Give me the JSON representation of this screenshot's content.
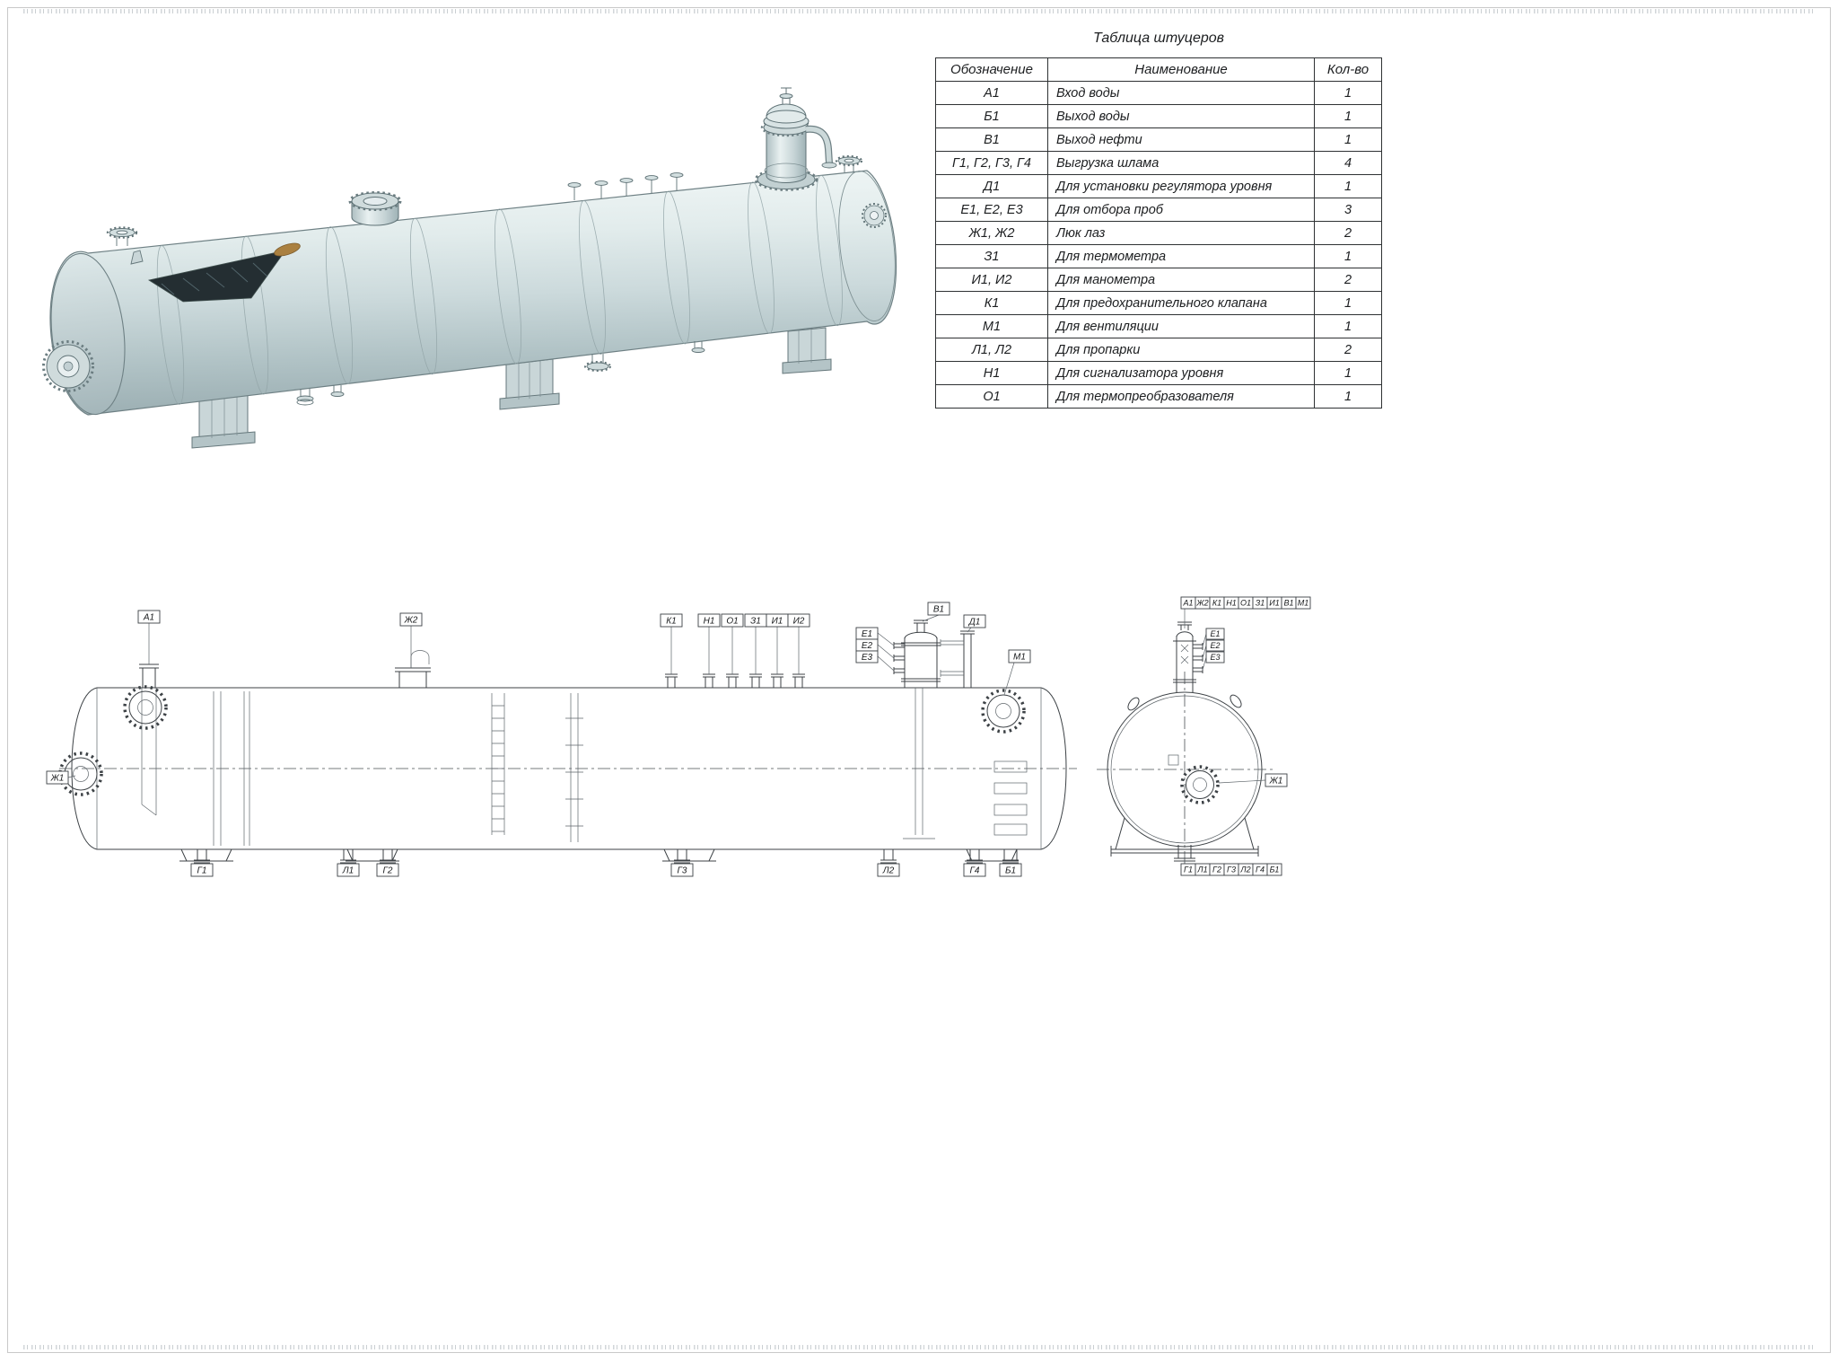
{
  "nozzle_table": {
    "title": "Таблица штуцеров",
    "headers": {
      "code": "Обозначение",
      "name": "Наименование",
      "qty": "Кол-во"
    },
    "rows": [
      {
        "code": "А1",
        "name": "Вход воды",
        "qty": "1"
      },
      {
        "code": "Б1",
        "name": "Выход воды",
        "qty": "1"
      },
      {
        "code": "В1",
        "name": "Выход нефти",
        "qty": "1"
      },
      {
        "code": "Г1, Г2, Г3, Г4",
        "name": "Выгрузка шлама",
        "qty": "4"
      },
      {
        "code": "Д1",
        "name": "Для  установки регулятора уровня",
        "qty": "1"
      },
      {
        "code": "Е1, Е2, Е3",
        "name": "Для отбора проб",
        "qty": "3"
      },
      {
        "code": "Ж1, Ж2",
        "name": "Люк лаз",
        "qty": "2"
      },
      {
        "code": "З1",
        "name": "Для термометра",
        "qty": "1"
      },
      {
        "code": "И1, И2",
        "name": "Для манометра",
        "qty": "2"
      },
      {
        "code": "К1",
        "name": "Для предохранительного клапана",
        "qty": "1"
      },
      {
        "code": "М1",
        "name": "Для вентиляции",
        "qty": "1"
      },
      {
        "code": "Л1, Л2",
        "name": "Для пропарки",
        "qty": "2"
      },
      {
        "code": "Н1",
        "name": "Для сигнализатора уровня",
        "qty": "1"
      },
      {
        "code": "О1",
        "name": "Для термопреобразователя",
        "qty": "1"
      }
    ]
  },
  "side_view": {
    "labels": {
      "a1": "А1",
      "zh2": "Ж2",
      "k1": "К1",
      "n1": "Н1",
      "o1": "О1",
      "z1": "З1",
      "i1": "И1",
      "i2": "И2",
      "v1": "В1",
      "d1": "Д1",
      "m1": "М1",
      "e1": "Е1",
      "e2": "Е2",
      "e3": "Е3",
      "zh1": "Ж1",
      "g1": "Г1",
      "l1": "Л1",
      "g2": "Г2",
      "g3": "Г3",
      "l2": "Л2",
      "g4": "Г4",
      "b1": "Б1"
    }
  },
  "end_view": {
    "top_strip": [
      "А1",
      "Ж2",
      "К1",
      "Н1",
      "О1",
      "З1",
      "И1",
      "В1",
      "М1"
    ],
    "sample_labels": [
      "Е1",
      "Е2",
      "Е3"
    ],
    "manhole_label": "Ж1",
    "bottom_strip": [
      "Г1",
      "Л1",
      "Г2",
      "Г3",
      "Л2",
      "Г4",
      "Б1"
    ]
  }
}
